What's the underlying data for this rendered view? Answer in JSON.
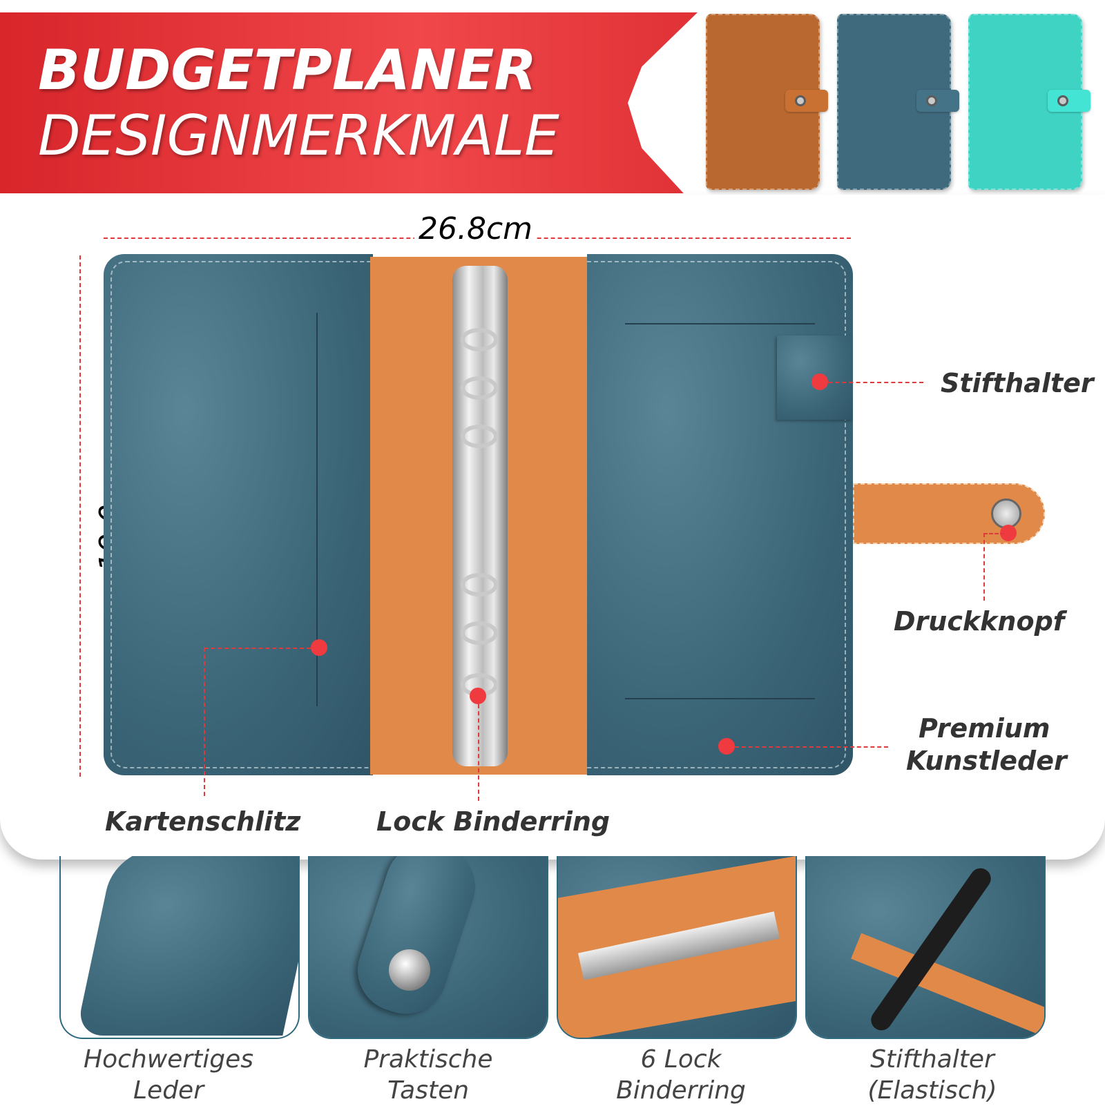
{
  "banner": {
    "title_line1": "BUDGETPLANER",
    "title_line2": "DESIGNMERKMALE",
    "color": "#e8363a"
  },
  "variants": [
    {
      "color": "#b9692f"
    },
    {
      "color": "#3f6a7d"
    },
    {
      "color": "#3fd3c4"
    }
  ],
  "dimensions": {
    "width": "26.8cm",
    "height": "19.0cm"
  },
  "callouts": {
    "pen_holder": "Stifthalter",
    "snap_button": "Druckknopf",
    "leather_line1": "Premium",
    "leather_line2": "Kunstleder",
    "card_slot": "Kartenschlitz",
    "ring": "Lock Binderring"
  },
  "features": [
    {
      "line1": "Hochwertiges",
      "line2": "Leder"
    },
    {
      "line1": "Praktische",
      "line2": "Tasten"
    },
    {
      "line1": "6 Lock",
      "line2": "Binderring"
    },
    {
      "line1": "Stifthalter",
      "line2": "(Elastisch)"
    }
  ]
}
